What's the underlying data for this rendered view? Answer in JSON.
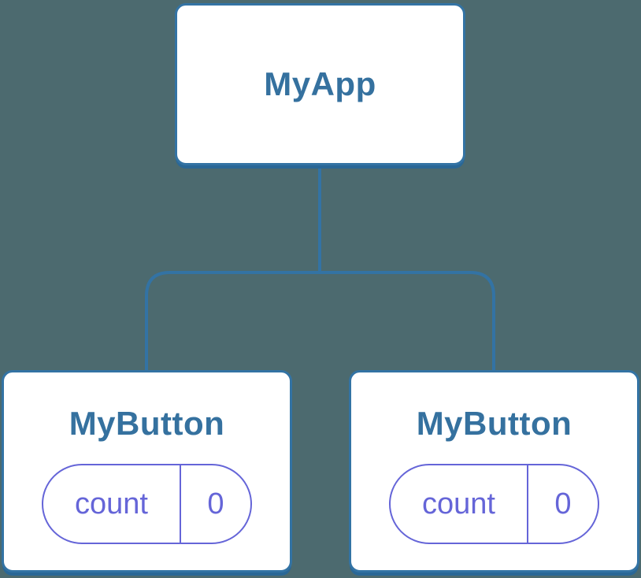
{
  "colors": {
    "background": "#4C6A6F",
    "line_blue": "#3373A4",
    "line_blue_dark": "#2A6796",
    "node_fill": "#FFFFFF",
    "title_text": "#35719F",
    "state_purple": "#6565D8"
  },
  "tree": {
    "root": {
      "label": "MyApp"
    },
    "children": [
      {
        "label": "MyButton",
        "state": {
          "key": "count",
          "value": "0"
        }
      },
      {
        "label": "MyButton",
        "state": {
          "key": "count",
          "value": "0"
        }
      }
    ]
  }
}
